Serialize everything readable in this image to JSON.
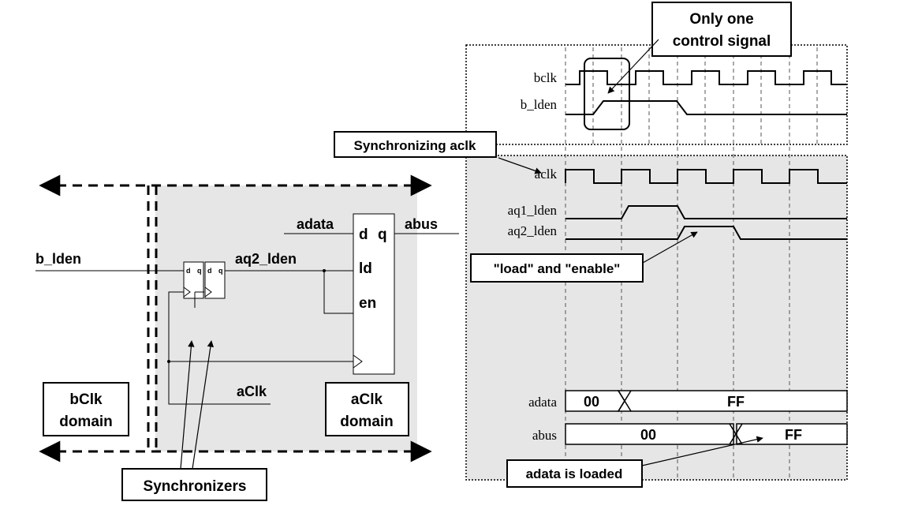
{
  "colors": {
    "shade": "#e6e6e6",
    "stroke": "#000000",
    "bg": "#ffffff"
  },
  "left": {
    "b_lden": "b_lden",
    "aq2_lden": "aq2_lden",
    "adata": "adata",
    "abus": "abus",
    "aclk": "aClk",
    "ff_ports": {
      "d": "d",
      "q": "q",
      "ld": "ld",
      "en": "en"
    },
    "sync_ports": {
      "d": "d",
      "q": "q"
    },
    "bclk_domain": [
      "bClk",
      "domain"
    ],
    "aclk_domain": [
      "aClk",
      "domain"
    ],
    "synchronizers": "Synchronizers"
  },
  "callouts": {
    "only_one": [
      "Only one",
      "control signal"
    ],
    "sync_aclk": "Synchronizing aclk",
    "load_enable": "\"load\" and \"enable\"",
    "adata_loaded": "adata is loaded"
  },
  "signals": {
    "bclk": "bclk",
    "b_lden": "b_lden",
    "aclk": "aclk",
    "aq1_lden": "aq1_lden",
    "aq2_lden": "aq2_lden",
    "adata": "adata",
    "abus": "abus"
  },
  "bus_values": {
    "adata_before": "00",
    "adata_after": "FF",
    "abus_before": "00",
    "abus_after": "FF"
  }
}
